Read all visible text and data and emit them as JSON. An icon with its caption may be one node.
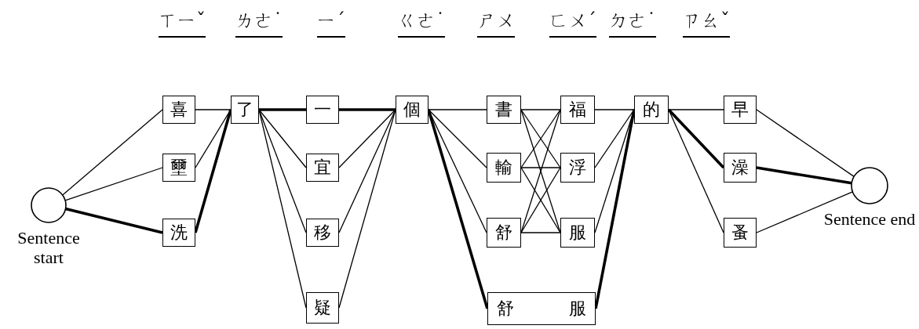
{
  "diagram": {
    "nodes": [
      {
        "text": [],
        "shape": "circle",
        "beside": [
          "Sentence start"
        ]
      },
      {
        "text": [
          "喜"
        ]
      },
      {
        "text": [
          "壐"
        ]
      },
      {
        "text": [
          "洗"
        ]
      },
      {
        "text": [
          "了"
        ]
      },
      {
        "text": [
          "一"
        ]
      },
      {
        "text": [
          "宜"
        ]
      },
      {
        "text": [
          "移"
        ]
      },
      {
        "text": [
          "疑"
        ]
      },
      {
        "text": [
          "個"
        ]
      },
      {
        "text": [
          "書"
        ]
      },
      {
        "text": [
          "輸"
        ]
      },
      {
        "text": [
          "舒"
        ]
      },
      {
        "text": [
          "舒服"
        ]
      },
      {
        "text": [
          "福"
        ]
      },
      {
        "text": [
          "浮"
        ]
      },
      {
        "text": [
          "服"
        ]
      },
      {
        "text": [
          "的"
        ]
      },
      {
        "text": [
          "早"
        ]
      },
      {
        "text": [
          "澡"
        ]
      },
      {
        "text": [
          "蚤"
        ]
      },
      {
        "text": [],
        "shape": "circle",
        "beside": [
          "Sentence end"
        ]
      }
    ],
    "edges": [
      {
        "from": 0,
        "to": 1,
        "arrow": "none"
      },
      {
        "from": 0,
        "to": 2,
        "arrow": "none"
      },
      {
        "from": 0,
        "to": 3,
        "arrow": "none",
        "style": "thick"
      },
      {
        "from": 1,
        "to": 4,
        "arrow": "none"
      },
      {
        "from": 2,
        "to": 4,
        "arrow": "none"
      },
      {
        "from": 3,
        "to": 4,
        "arrow": "none",
        "style": "thick"
      },
      {
        "from": 4,
        "to": 5,
        "arrow": "none",
        "style": "thick"
      },
      {
        "from": 4,
        "to": 6,
        "arrow": "none"
      },
      {
        "from": 4,
        "to": 7,
        "arrow": "none"
      },
      {
        "from": 4,
        "to": 8,
        "arrow": "none"
      },
      {
        "from": 5,
        "to": 9,
        "arrow": "none",
        "style": "thick"
      },
      {
        "from": 6,
        "to": 9,
        "arrow": "none"
      },
      {
        "from": 7,
        "to": 9,
        "arrow": "none"
      },
      {
        "from": 8,
        "to": 9,
        "arrow": "none"
      },
      {
        "from": 9,
        "to": 10,
        "arrow": "none"
      },
      {
        "from": 9,
        "to": 11,
        "arrow": "none"
      },
      {
        "from": 9,
        "to": 12,
        "arrow": "none"
      },
      {
        "from": 9,
        "to": 13,
        "arrow": "none",
        "style": "thick"
      },
      {
        "from": 10,
        "to": 14,
        "arrow": "none"
      },
      {
        "from": 10,
        "to": 15,
        "arrow": "none"
      },
      {
        "from": 10,
        "to": 16,
        "arrow": "none"
      },
      {
        "from": 11,
        "to": 14,
        "arrow": "none"
      },
      {
        "from": 11,
        "to": 15,
        "arrow": "none"
      },
      {
        "from": 11,
        "to": 16,
        "arrow": "none"
      },
      {
        "from": 12,
        "to": 14,
        "arrow": "none"
      },
      {
        "from": 12,
        "to": 15,
        "arrow": "none"
      },
      {
        "from": 12,
        "to": 16,
        "arrow": "none"
      },
      {
        "from": 14,
        "to": 17,
        "arrow": "none"
      },
      {
        "from": 15,
        "to": 17,
        "arrow": "none"
      },
      {
        "from": 16,
        "to": 17,
        "arrow": "none"
      },
      {
        "from": 13,
        "to": 17,
        "arrow": "none",
        "style": "thick"
      },
      {
        "from": 17,
        "to": 18,
        "arrow": "none"
      },
      {
        "from": 17,
        "to": 19,
        "arrow": "none",
        "style": "thick"
      },
      {
        "from": 17,
        "to": 20,
        "arrow": "none"
      },
      {
        "from": 18,
        "to": 21,
        "arrow": "none"
      },
      {
        "from": 19,
        "to": 21,
        "arrow": "none",
        "style": "thick"
      },
      {
        "from": 20,
        "to": 21,
        "arrow": "none"
      }
    ],
    "labels": [
      "ㄒㄧˇ",
      "ㄌㄜ˙",
      "ㄧˊ",
      "ㄍㄜ˙",
      "ㄕㄨ",
      "ㄈㄨˊ",
      "ㄉㄜ˙",
      "ㄗㄠˇ"
    ]
  }
}
